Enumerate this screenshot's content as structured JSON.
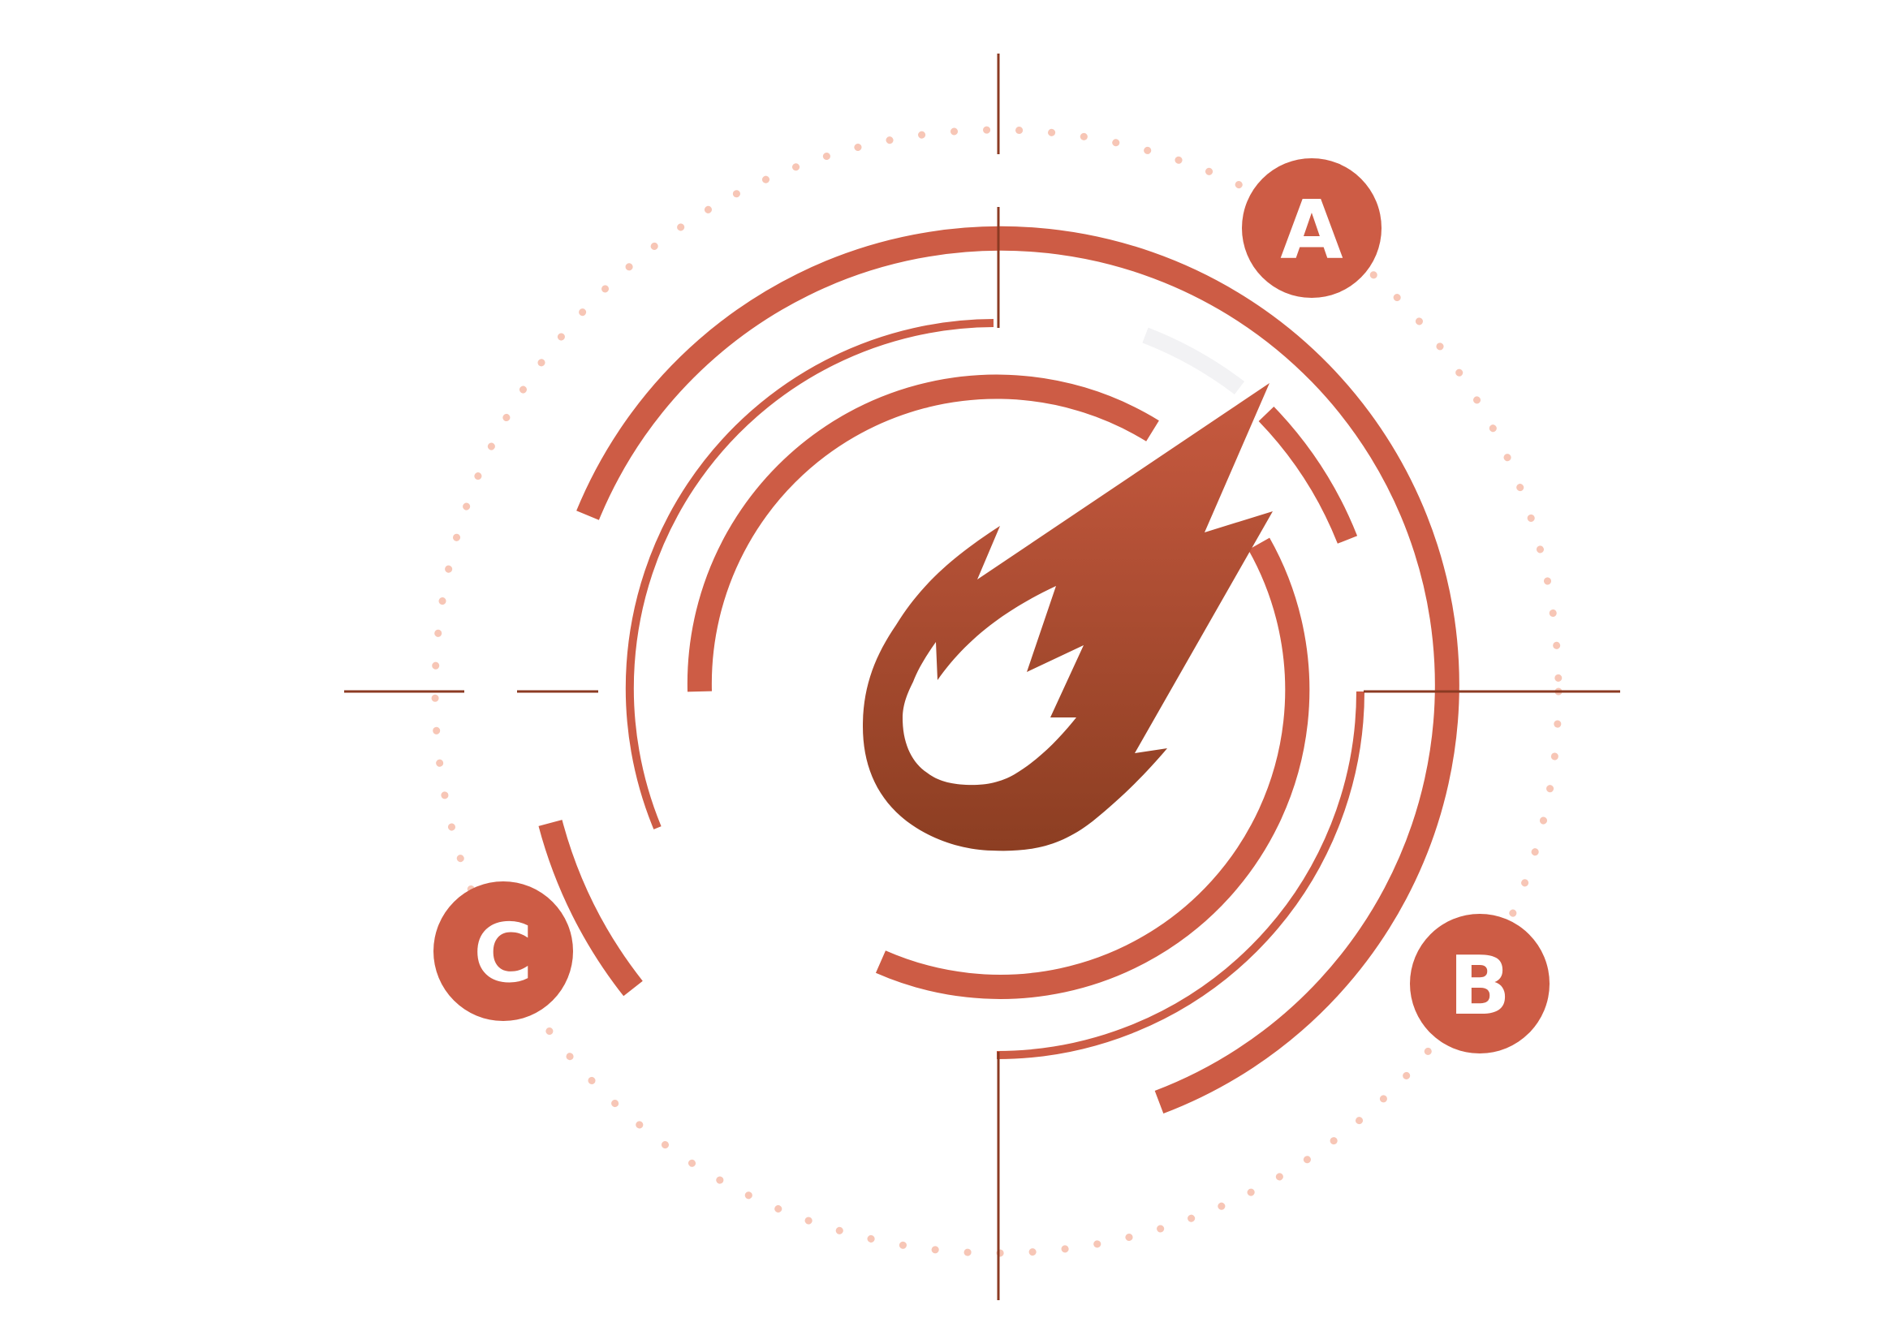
{
  "colors": {
    "accent": "#cd5c45",
    "dark_line": "#8b3a22",
    "dots": "#f7c6b6",
    "flame_top": "#c85a40",
    "flame_bottom": "#8c3e22",
    "ghost": "#f2f2f4",
    "white": "#ffffff"
  },
  "badges": [
    {
      "id": "a",
      "label": "A"
    },
    {
      "id": "b",
      "label": "B"
    },
    {
      "id": "c",
      "label": "C"
    }
  ],
  "icons": {
    "center": "flame-icon"
  }
}
